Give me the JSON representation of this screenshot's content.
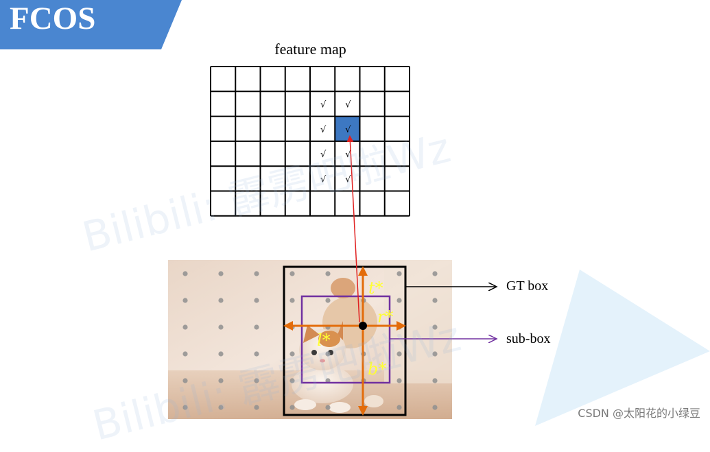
{
  "slide": {
    "title": "FCOS",
    "feature_map_label": "feature map",
    "check_mark": "√",
    "labels": {
      "gt_box": "GT box",
      "sub_box": "sub-box"
    },
    "variables": {
      "t": "t*",
      "r": "r*",
      "l": "l*",
      "b": "b*"
    },
    "watermark": "Bilibili: 霹雳吧啦Wz",
    "footer": "CSDN @太阳花的小绿豆"
  },
  "colors": {
    "banner": "#4a86d0",
    "grid_line": "#000000",
    "highlight_cell": "#3d78c2",
    "red_arrow": "#e02020",
    "orange_arrow": "#e36c0a",
    "purple_box": "#7030a0",
    "variable_text": "#ffff33",
    "deco_triangle": "#e4f2fb"
  },
  "grid": {
    "rows": 6,
    "cols": 8,
    "highlight": {
      "row": 2,
      "col": 5
    },
    "checks": [
      {
        "row": 1,
        "col": 4
      },
      {
        "row": 1,
        "col": 5
      },
      {
        "row": 2,
        "col": 4
      },
      {
        "row": 2,
        "col": 5
      },
      {
        "row": 3,
        "col": 4
      },
      {
        "row": 3,
        "col": 5
      },
      {
        "row": 4,
        "col": 4
      },
      {
        "row": 4,
        "col": 5
      }
    ]
  }
}
